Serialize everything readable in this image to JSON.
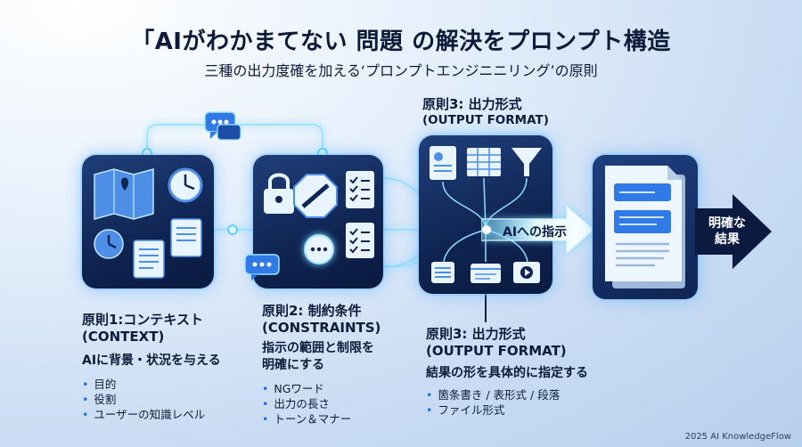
{
  "header": {
    "title": "「AIがわかまてない 問題 の解決をプロンプト構造",
    "subtitle": "三種の出力度確を加える‘プロンプトエンジニニリング’の原則"
  },
  "principle1": {
    "heading": "原則1:コンテキスト",
    "heading_en": "(CONTEXT)",
    "description": "AIに背景・状況を与える",
    "items": [
      "目的",
      "役割",
      "ユーザーの知識レベル"
    ]
  },
  "principle2": {
    "heading": "原則2: 制約条件",
    "heading_en": "(CONSTRAINTS)",
    "description_line1": "指示の範囲と制限を",
    "description_line2": "明確にする",
    "items": [
      "NGワード",
      "出力の長さ",
      "トーン＆マナー"
    ]
  },
  "principle3_top": {
    "heading": "原則3: 出力形式",
    "heading_en": "(OUTPUT FORMAT)"
  },
  "principle3": {
    "heading": "原則3: 出力形式",
    "heading_en": "(OUTPUT FORMAT)",
    "description": "結果の形を具体的に指定する",
    "items": [
      "箇条書き / 表形式 / 段落",
      "ファイル形式"
    ]
  },
  "flow": {
    "instruction_label": "AIへの指示",
    "result_line1": "明確な",
    "result_line2": "結果"
  },
  "footer": {
    "credit": "2025 AI KnowledgeFlow"
  },
  "colors": {
    "accent": "#5fd0ff",
    "card_dark": "#0f2452",
    "arrow_dark": "#0b1a3f"
  }
}
